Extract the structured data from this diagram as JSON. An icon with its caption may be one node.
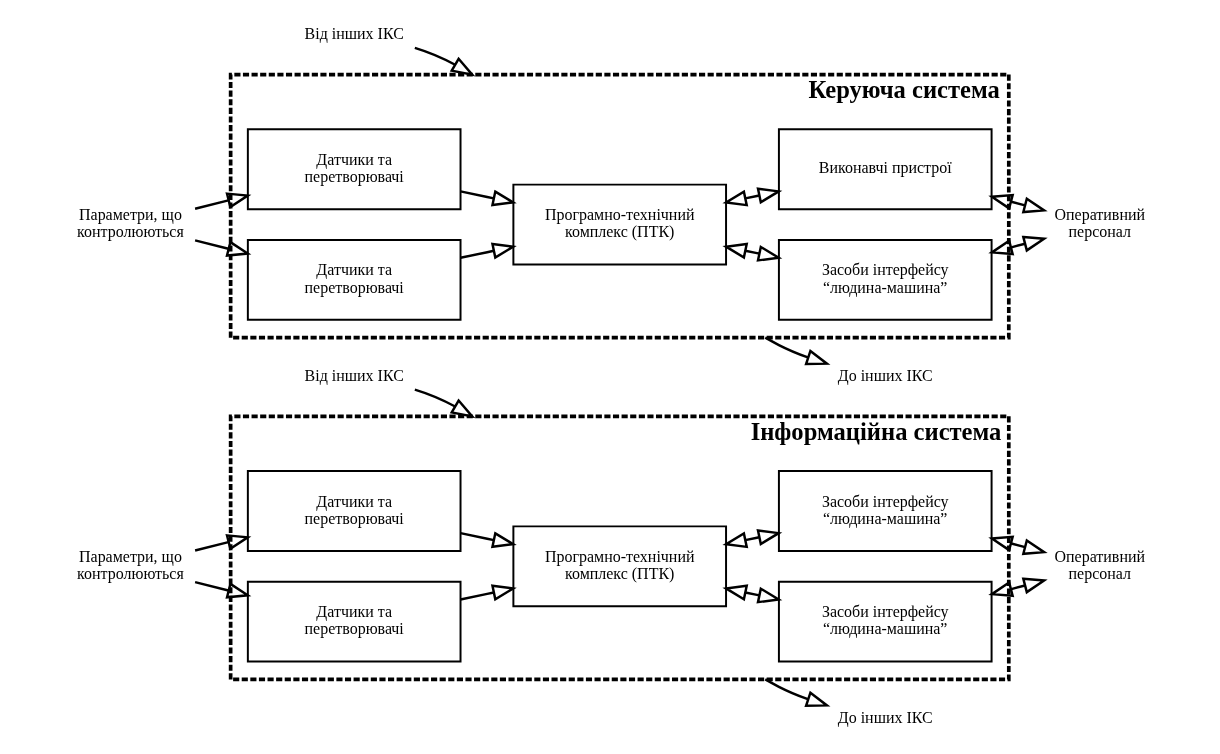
{
  "diagram": {
    "nodes": [
      {
        "text": [
          "Від інших ІКС"
        ]
      },
      {
        "text": [
          "Інформаційна система"
        ]
      },
      {
        "text": [
          "Датчики та перетворювачі"
        ],
        "in": 1
      },
      {
        "text": [
          "Датчики та перетворювачі"
        ],
        "in": 1
      },
      {
        "text": [
          "Програмно-технічний комплекс (ПТК)"
        ],
        "in": 1
      },
      {
        "text": [
          "Засоби інтерфейсу “людина-машина”"
        ],
        "in": 1
      },
      {
        "text": [
          "Засоби інтерфейсу “людина-машина”"
        ],
        "in": 1
      },
      {
        "text": [
          "Параметри, що контролюються"
        ]
      },
      {
        "text": [
          "Оперативний персонал"
        ]
      },
      {
        "text": [
          "До інших ІКС"
        ]
      },
      {
        "text": [
          "Від інших ІКС"
        ]
      },
      {
        "text": [
          "Керуюча система"
        ]
      },
      {
        "text": [
          "Датчики та перетворювачі"
        ],
        "in": 11
      },
      {
        "text": [
          "Датчики та перетворювачі"
        ],
        "in": 11
      },
      {
        "text": [
          "Програмно-технічний комплекс (ПТК)"
        ],
        "in": 11
      },
      {
        "text": [
          "Засоби інтерфейсу “людина-машина”"
        ],
        "in": 11
      },
      {
        "text": [
          "Виконавчі пристрої"
        ],
        "in": 11
      },
      {
        "text": [
          "Параметри, що контролюються"
        ]
      },
      {
        "text": [
          "Оперативний персонал"
        ]
      },
      {
        "text": [
          "До інших ІКС"
        ]
      }
    ],
    "edges": [
      {
        "from": 0,
        "to": 1,
        "arrow": "to"
      },
      {
        "from": 7,
        "to": 2,
        "arrow": "to"
      },
      {
        "from": 7,
        "to": 3,
        "arrow": "to"
      },
      {
        "from": 2,
        "to": 4,
        "arrow": "to"
      },
      {
        "from": 3,
        "to": 4,
        "arrow": "to"
      },
      {
        "from": 4,
        "to": 5,
        "arrow": "both"
      },
      {
        "from": 4,
        "to": 6,
        "arrow": "both"
      },
      {
        "from": 5,
        "to": 8,
        "arrow": "both"
      },
      {
        "from": 6,
        "to": 8,
        "arrow": "both"
      },
      {
        "from": 1,
        "to": 9,
        "arrow": "to"
      },
      {
        "from": 10,
        "to": 11,
        "arrow": "to"
      },
      {
        "from": 17,
        "to": 12,
        "arrow": "to"
      },
      {
        "from": 17,
        "to": 13,
        "arrow": "to"
      },
      {
        "from": 12,
        "to": 14,
        "arrow": "to"
      },
      {
        "from": 13,
        "to": 14,
        "arrow": "to"
      },
      {
        "from": 14,
        "to": 15,
        "arrow": "both"
      },
      {
        "from": 14,
        "to": 16,
        "arrow": "both"
      },
      {
        "from": 15,
        "to": 18,
        "arrow": "both"
      },
      {
        "from": 16,
        "to": 18,
        "arrow": "both"
      },
      {
        "from": 11,
        "to": 19,
        "arrow": "to"
      }
    ]
  }
}
